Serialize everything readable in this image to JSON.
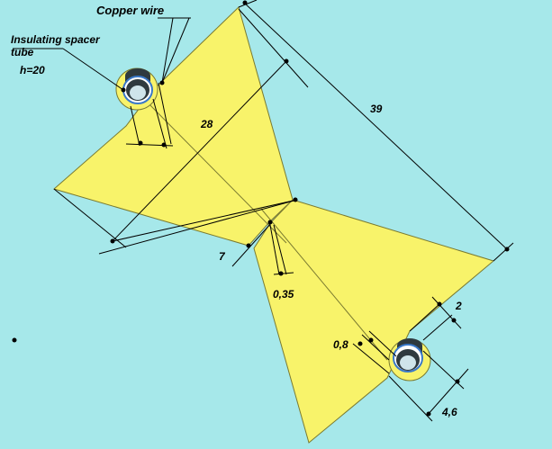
{
  "colors": {
    "background": "#a6e8ea",
    "metal": "#f8f36a",
    "metal_edge": "#7a7a30",
    "tube_dark": "#2f3a3f",
    "tube_light": "#cfe4ea",
    "tube_ring": "#3a78c8"
  },
  "labels": {
    "copper_wire": "Copper wire",
    "spacer_line1": "Insulating spacer",
    "spacer_line2": "tube",
    "spacer_height": "h=20"
  },
  "dimensions": {
    "d39": "39",
    "d28": "28",
    "d7": "7",
    "d035": "0,35",
    "d2": "2",
    "d08": "0,8",
    "d46": "4,6"
  }
}
